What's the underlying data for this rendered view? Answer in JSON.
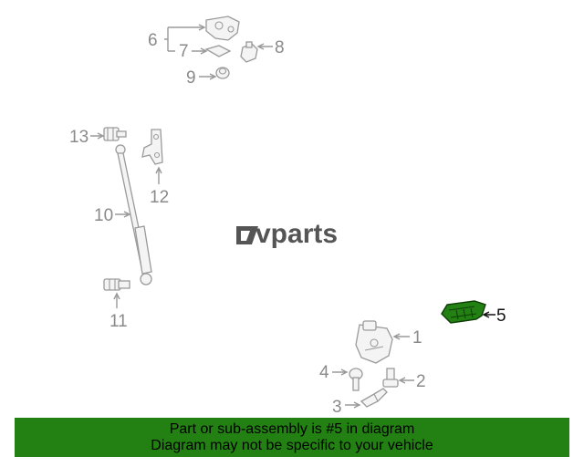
{
  "watermark": {
    "brand_text": "vparts"
  },
  "callouts": {
    "c1": "1",
    "c2": "2",
    "c3": "3",
    "c4": "4",
    "c5": "5",
    "c6": "6",
    "c7": "7",
    "c8": "8",
    "c9": "9",
    "c10": "10",
    "c11": "11",
    "c12": "12",
    "c13": "13"
  },
  "highlight": {
    "part_number": "5",
    "color": "#238113"
  },
  "banner": {
    "line1": "Part or sub-assembly is #5 in diagram",
    "line2": "Diagram may not be specific to your vehicle",
    "background": "#238113"
  }
}
